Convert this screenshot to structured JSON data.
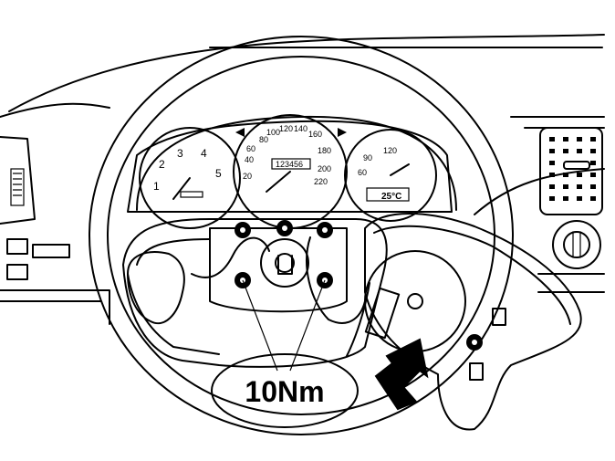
{
  "callout": {
    "label": "10Nm"
  },
  "tachometer": {
    "ticks": [
      "1",
      "2",
      "3",
      "4",
      "5"
    ]
  },
  "speedometer": {
    "ticks": [
      "20",
      "40",
      "60",
      "80",
      "100",
      "120",
      "140",
      "160",
      "180",
      "200",
      "220"
    ],
    "odometer": "123456"
  },
  "temperature_gauge": {
    "ticks": [
      "60",
      "90",
      "120"
    ],
    "readout": "25°C"
  }
}
